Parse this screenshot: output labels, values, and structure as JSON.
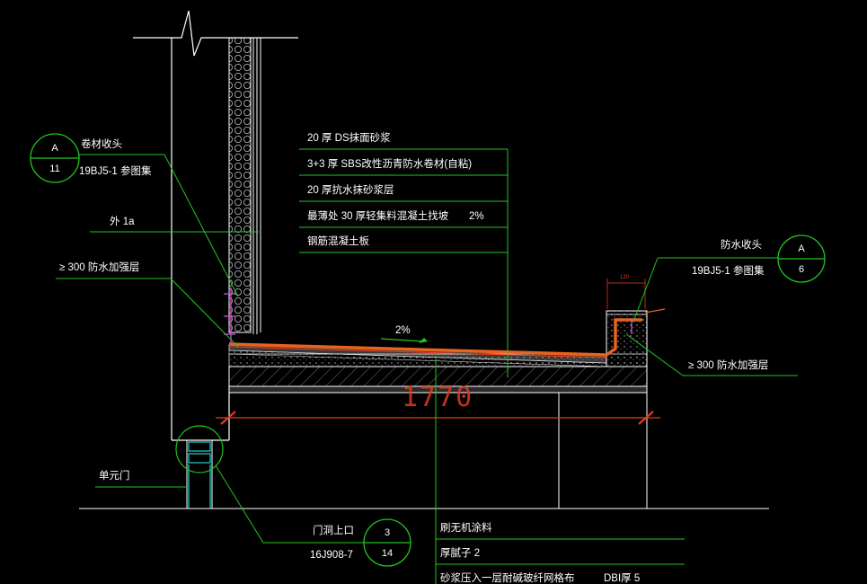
{
  "layers": [
    "20 厚  DS抹面砂浆",
    "3+3 厚  SBS改性沥青防水卷材(自粘)",
    "20 厚抗水抹砂浆层",
    "最薄处       30 厚轻集料混凝土找坡",
    "钢筋混凝土板"
  ],
  "layer_slope": "2%",
  "slope_label": "2%",
  "dimension": "1770",
  "ref_left": {
    "circle_top": "A",
    "circle_bottom": "11",
    "title": "卷材收头",
    "code": "19BJ5-1  参图集"
  },
  "ref_right": {
    "circle_top": "A",
    "circle_bottom": "6",
    "title": "防水收头",
    "code": "19BJ5-1  参图集"
  },
  "ref_door": {
    "circle_top": "3",
    "circle_bottom": "14",
    "title": "门洞上口",
    "code": "16J908-7"
  },
  "left_labels": {
    "wall": "外 1a",
    "reinforce": "≥ 300 防水加强层",
    "door": "单元门"
  },
  "right_labels": {
    "reinforce": "≥ 300 防水加强层"
  },
  "bottom_notes": [
    "刷无机涂料",
    "厚腻子   2",
    "砂浆压入一层耐碱玻纤网格布"
  ],
  "bottom_note_right": "DBI厚 5",
  "small_dim": "120"
}
